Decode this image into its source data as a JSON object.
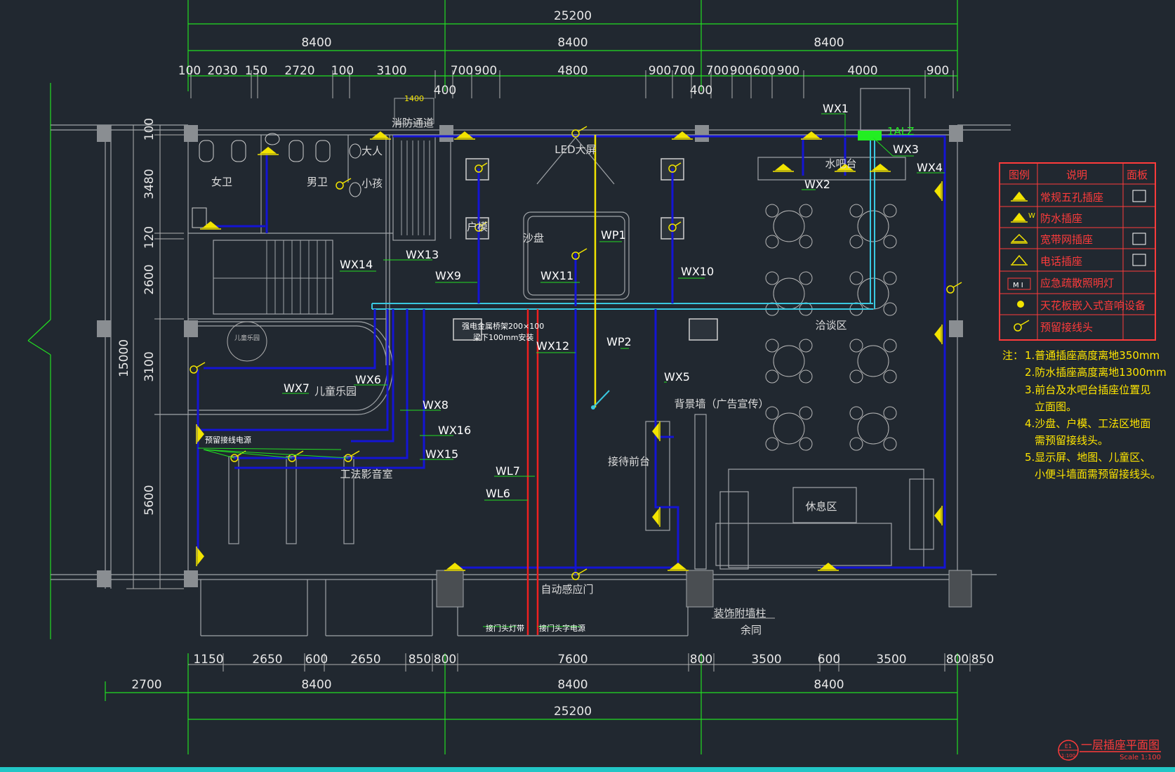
{
  "dimensions": {
    "top_total": "25200",
    "top_bays": [
      "8400",
      "8400",
      "8400"
    ],
    "top_detail": [
      "100",
      "2030",
      "150",
      "2720",
      "100",
      "3100",
      "700",
      "900",
      "4800",
      "900",
      "700",
      "700",
      "900",
      "600",
      "900",
      "4000",
      "900"
    ],
    "top_400": [
      "400",
      "400"
    ],
    "left_total": "15000",
    "left_detail": [
      "100",
      "3480",
      "120",
      "2600",
      "3100",
      "5600"
    ],
    "bottom_detail": [
      "1150",
      "2650",
      "600",
      "2650",
      "850",
      "800",
      "7600",
      "800",
      "3500",
      "600",
      "3500",
      "800",
      "850"
    ],
    "bottom_left": "2700",
    "bottom_bays": [
      "8400",
      "8400",
      "8400"
    ],
    "bottom_total": "25200",
    "door_width": "1400"
  },
  "rooms": {
    "womens_wc": "女卫",
    "mens_wc": "男卫",
    "adult": "大人",
    "child": "小孩",
    "fire_exit": "消防通道",
    "led_screen": "LED大屏",
    "sand_table": "沙盘",
    "house_model": "户模",
    "water_bar": "水吧台",
    "negotiation": "洽谈区",
    "kids_park": "儿童乐园",
    "kids_park_sign": "儿童乐园",
    "video_room": "工法影音室",
    "reception": "接待前台",
    "back_wall": "背景墙（广告宣传）",
    "rest_area": "休息区",
    "auto_door": "自动感应门",
    "decor_column": "装饰附墙柱",
    "decor_column_sub": "余同",
    "tray_note_1": "强电金属桥架200×100",
    "tray_note_2": "梁下100mm安装",
    "reserve_line": "预留接线电源",
    "door_strip_1": "接门头灯带",
    "door_strip_2": "接门头字电源",
    "panel_id": "1ALZ"
  },
  "circuits": [
    "WX1",
    "WX2",
    "WX3",
    "WX4",
    "WX5",
    "WX6",
    "WX7",
    "WX8",
    "WX9",
    "WX10",
    "WX11",
    "WX12",
    "WX13",
    "WX14",
    "WX15",
    "WX16",
    "WP1",
    "WP2",
    "WL6",
    "WL7"
  ],
  "legend": {
    "headers": [
      "图例",
      "说明",
      "面板"
    ],
    "rows": [
      "常规五孔插座",
      "防水插座",
      "宽带网插座",
      "电话插座",
      "应急疏散照明灯",
      "天花板嵌入式音响设备",
      "预留接线头"
    ],
    "ei_symbol": "M  I"
  },
  "notes": {
    "title": "注：",
    "items": [
      "1.普通插座高度离地350mm",
      "2.防水插座高度离地1300mm",
      "3.前台及水吧台插座位置见",
      "立面图。",
      "4.沙盘、户模、工法区地面",
      "需预留接线头。",
      "5.显示屏、地图、儿童区、",
      "小便斗墙面需预留接线头。"
    ]
  },
  "title_block": {
    "drawing_title": "一层插座平面图",
    "scale": "Scale 1:100",
    "badge_top": "E1",
    "badge_bottom": "1:100"
  },
  "colors": {
    "background": "#212830",
    "wall": "#a0a4a8",
    "dimension": "#22dd22",
    "power_run": "#1414d4",
    "tray": "#39c8e0",
    "lighting_feed": "#ee2020",
    "wp_feed": "#f2e400",
    "socket": "#f2e400",
    "legend": "#ff3b3b",
    "panel": "#22ee22"
  }
}
